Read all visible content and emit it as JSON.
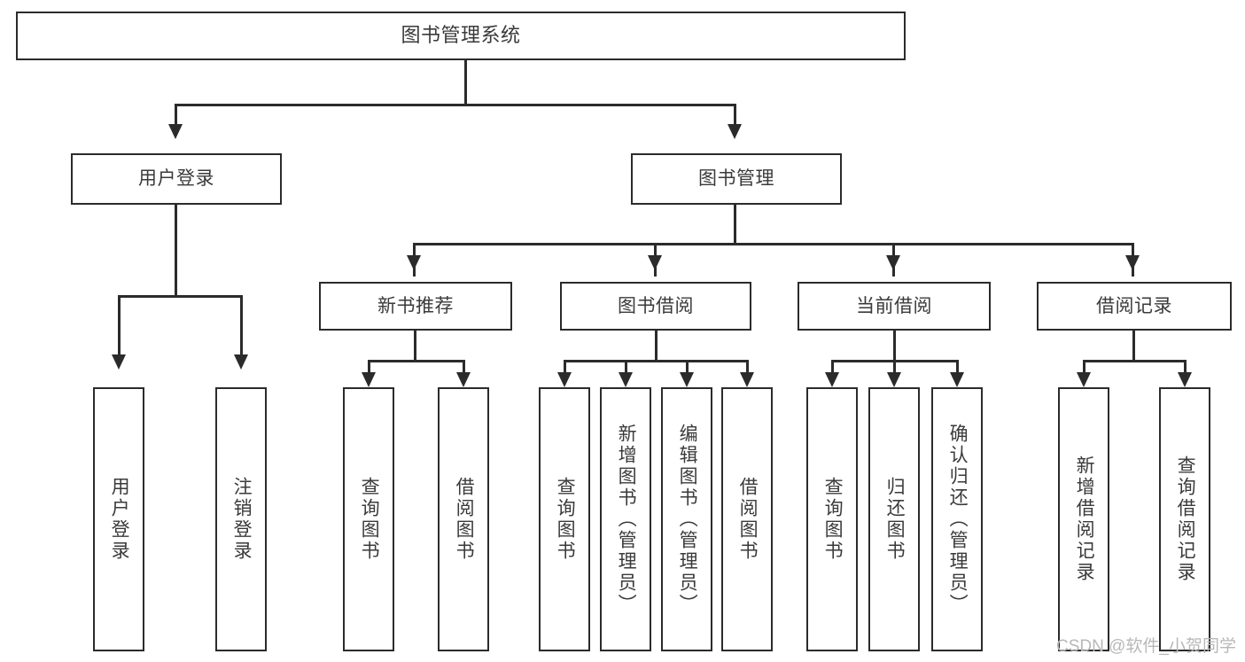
{
  "diagram": {
    "title": "图书管理系统",
    "type": "hierarchy-tree",
    "colors": {
      "stroke": "#2b2b2b",
      "fill": "#ffffff",
      "text": "#3a3a3a",
      "watermark": "#b8b8b8",
      "background": "#ffffff"
    },
    "root": {
      "label": "图书管理系统"
    },
    "level1": [
      {
        "label": "用户登录"
      },
      {
        "label": "图书管理"
      }
    ],
    "level2": [
      {
        "label": "新书推荐"
      },
      {
        "label": "图书借阅"
      },
      {
        "label": "当前借阅"
      },
      {
        "label": "借阅记录"
      }
    ],
    "leaves": {
      "user_login": [
        {
          "label": "用户登录"
        },
        {
          "label": "注销登录"
        }
      ],
      "new_book_recommend": [
        {
          "label": "查询图书"
        },
        {
          "label": "借阅图书"
        }
      ],
      "book_borrow": [
        {
          "label": "查询图书"
        },
        {
          "label": "新增图书（管理员）"
        },
        {
          "label": "编辑图书（管理员）"
        },
        {
          "label": "借阅图书"
        }
      ],
      "current_borrow": [
        {
          "label": "查询图书"
        },
        {
          "label": "归还图书"
        },
        {
          "label": "确认归还（管理员）"
        }
      ],
      "borrow_record": [
        {
          "label": "新增借阅记录"
        },
        {
          "label": "查询借阅记录"
        }
      ]
    }
  },
  "watermark": {
    "text": "CSDN @软件_小贺同学"
  }
}
